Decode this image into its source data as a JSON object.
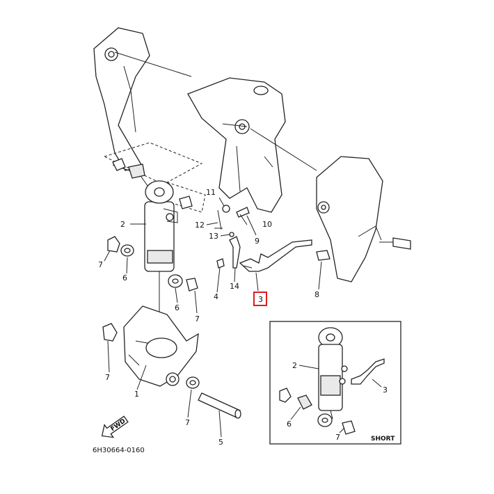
{
  "diagram_code": "6H30664-0160",
  "inset_label": "SHORT",
  "fwd_label": "FWD",
  "callouts": {
    "c1": "1",
    "c2": "2",
    "c3": "3",
    "c4": "4",
    "c5": "5",
    "c6a": "6",
    "c6b": "6",
    "c7a": "7",
    "c7b": "7",
    "c7c": "7",
    "c7d": "7",
    "c8": "8",
    "c9": "9",
    "c10": "10",
    "c11": "11",
    "c12": "12",
    "c13": "13",
    "c14": "14"
  },
  "inset_callouts": {
    "c2": "2",
    "c3": "3",
    "c6": "6",
    "c7": "7"
  },
  "highlight_color": "#e0191f"
}
